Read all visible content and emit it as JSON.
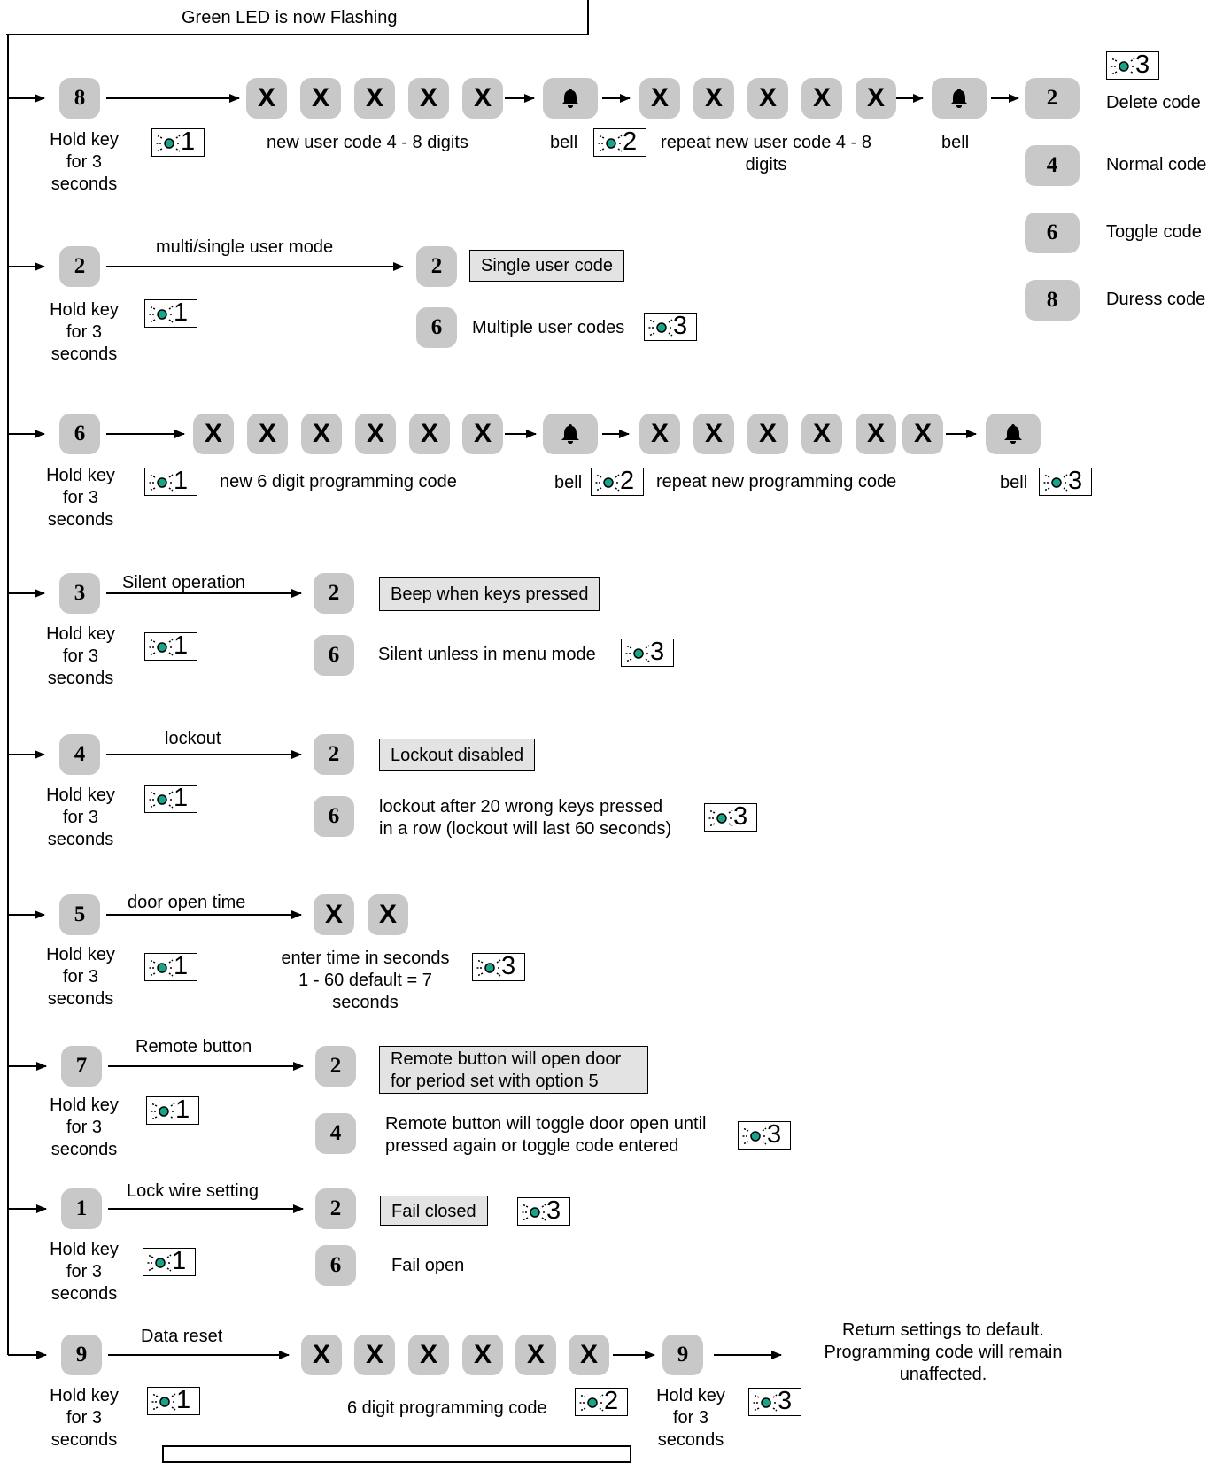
{
  "header": {
    "title": "Green LED is now Flashing"
  },
  "led_counts": {
    "one": "1",
    "two": "2",
    "three": "3"
  },
  "keys": {
    "k1": "1",
    "k2": "2",
    "k3": "3",
    "k4": "4",
    "k5": "5",
    "k6": "6",
    "k7": "7",
    "k8": "8",
    "k9": "9",
    "x": "X"
  },
  "common": {
    "hold_key": "Hold key\nfor 3\nseconds",
    "bell": "bell"
  },
  "row_user_code": {
    "new_code": "new user code 4 - 8 digits",
    "repeat_code": "repeat new user code 4 - 8\ndigits",
    "options": [
      {
        "key": "2",
        "label": "Delete code"
      },
      {
        "key": "4",
        "label": "Normal code"
      },
      {
        "key": "6",
        "label": "Toggle code"
      },
      {
        "key": "8",
        "label": "Duress code"
      }
    ]
  },
  "row_mode": {
    "title": "multi/single user mode",
    "opt2": "Single user code",
    "opt6": "Multiple user codes"
  },
  "row_prog": {
    "new_code": "new 6 digit programming code",
    "repeat_code": "repeat new programming code"
  },
  "row_silent": {
    "title": "Silent operation",
    "opt2": "Beep when keys pressed",
    "opt6": "Silent unless in menu mode"
  },
  "row_lockout": {
    "title": "lockout",
    "opt2": "Lockout disabled",
    "opt6": "lockout after 20 wrong keys pressed\nin a row (lockout will last 60 seconds)"
  },
  "row_door": {
    "title": "door open time",
    "note": "enter time in seconds\n1 - 60 default = 7\nseconds"
  },
  "row_remote": {
    "title": "Remote button",
    "opt2": "Remote button will open door\nfor period set with option 5",
    "opt4": "Remote button will toggle door open until\npressed again or toggle code entered"
  },
  "row_lockwire": {
    "title": "Lock wire setting",
    "opt2": "Fail closed",
    "opt6": "Fail open"
  },
  "row_reset": {
    "title": "Data reset",
    "code": "6 digit programming code",
    "result": "Return settings to default.\nProgramming code will remain\nunaffected."
  }
}
